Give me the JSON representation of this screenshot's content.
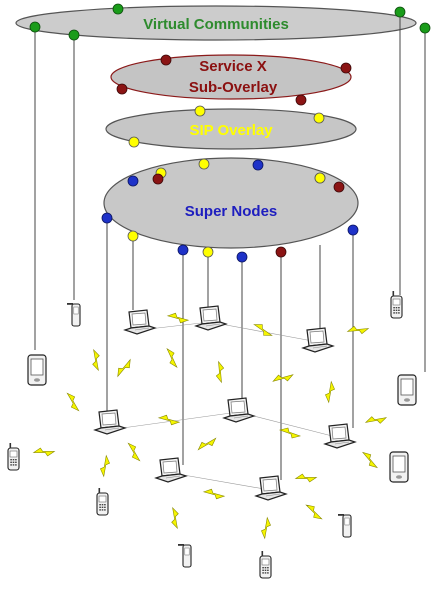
{
  "overlays": {
    "virtual_communities": {
      "label": "Virtual Communities",
      "color": "#2e8b2e"
    },
    "service_x": {
      "label_line1": "Service X",
      "label_line2": "Sub-Overlay",
      "color": "#8b1010"
    },
    "sip": {
      "label": "SIP Overlay",
      "color": "#ffff00"
    },
    "super_nodes": {
      "label": "Super Nodes",
      "color": "#1e1ebf"
    }
  },
  "colors": {
    "ellipse_fill": "#c8c8c8",
    "ellipse_stroke": "#555555",
    "green_node": "#1a9c1a",
    "red_node": "#8b1414",
    "yellow_node": "#ffff00",
    "blue_node": "#1e32c8",
    "bolt": "#f0f000"
  },
  "icons": {
    "laptop": "laptop-icon",
    "phone": "mobile-phone-icon",
    "pda": "pda-icon",
    "bolt": "wireless-link-icon"
  }
}
